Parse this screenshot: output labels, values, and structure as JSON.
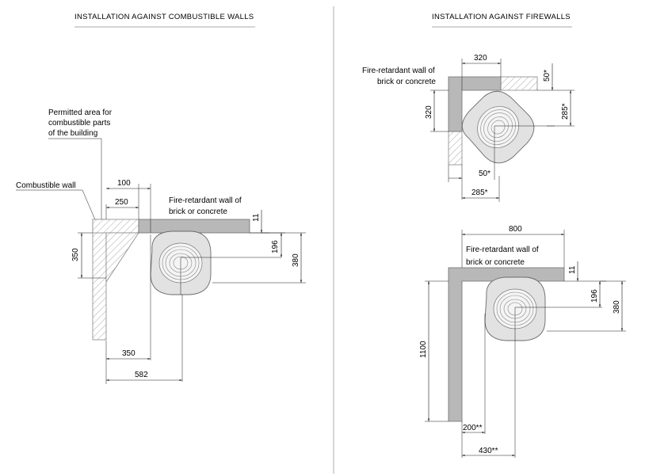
{
  "titles": {
    "left": "INSTALLATION AGAINST COMBUSTIBLE WALLS",
    "right": "INSTALLATION AGAINST FIREWALLS"
  },
  "left": {
    "permitted_area_label": [
      "Permitted area for",
      "combustible parts",
      "of the building"
    ],
    "combustible_wall_label": "Combustible wall",
    "fire_wall_label": [
      "Fire-retardant wall of",
      "brick or concrete"
    ],
    "dims": {
      "d100": "100",
      "d250": "250",
      "d350_v": "350",
      "d11": "11",
      "d196": "196",
      "d380": "380",
      "d350_h": "350",
      "d582": "582"
    }
  },
  "right_top": {
    "fire_wall_label": [
      "Fire-retardant wall of",
      "brick or concrete"
    ],
    "dims": {
      "d320_h": "320",
      "d320_v": "320",
      "d50_v": "50*",
      "d285_v": "285*",
      "d50_h": "50*",
      "d285_h": "285*"
    }
  },
  "right_bottom": {
    "fire_wall_label": [
      "Fire-retardant wall of",
      "brick or concrete"
    ],
    "dims": {
      "d800": "800",
      "d11": "11",
      "d196": "196",
      "d380": "380",
      "d1100": "1100",
      "d200": "200**",
      "d430": "430**"
    }
  }
}
